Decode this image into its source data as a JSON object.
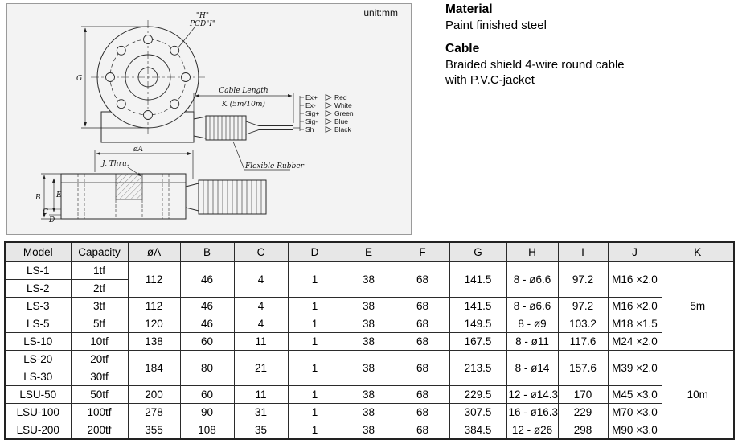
{
  "unit_label": "unit:mm",
  "colors": {
    "panel_bg": "#f3f3f3",
    "table_header_bg": "#e7e7e7",
    "grid_border": "#2b2b2b"
  },
  "info": {
    "material_title": "Material",
    "material_value": "Paint finished steel",
    "cable_title": "Cable",
    "cable_value_line1": "Braided shield 4-wire round cable",
    "cable_value_line2": "with P.V.C-jacket"
  },
  "diagram": {
    "pcd_line1": "\"H\"",
    "pcd_line2": "PCD\"I\"",
    "g_label": "G",
    "cable_length_label": "Cable Length",
    "cable_length_value": "K (5m/10m)",
    "flexible_rubber_label": "Flexible Rubber",
    "dia_a_label": "øA",
    "j_thru_label": "J, Thru.",
    "b_label": "B",
    "e_label": "E",
    "c_label": "C",
    "d_label": "D",
    "wires": [
      {
        "label": "Ex+",
        "color": "Red"
      },
      {
        "label": "Ex-",
        "color": "White"
      },
      {
        "label": "Sig+",
        "color": "Green"
      },
      {
        "label": "Sig-",
        "color": "Blue"
      },
      {
        "label": "Sh",
        "color": "Black"
      }
    ]
  },
  "table": {
    "headers": [
      "Model",
      "Capacity",
      "øA",
      "B",
      "C",
      "D",
      "E",
      "F",
      "G",
      "H",
      "I",
      "J",
      "K"
    ],
    "rows": [
      {
        "model": "LS-1",
        "cap": "1tf",
        "dims": {
          "a": "112",
          "b": "46",
          "c": "4",
          "d": "1",
          "e": "38",
          "f": "68",
          "g": "141.5",
          "h": "8 - ø6.6",
          "i": "97.2",
          "j": "M16 ×2.0"
        },
        "k": "5m"
      },
      {
        "model": "LS-2",
        "cap": "2tf"
      },
      {
        "model": "LS-3",
        "cap": "3tf",
        "dims": {
          "a": "112",
          "b": "46",
          "c": "4",
          "d": "1",
          "e": "38",
          "f": "68",
          "g": "141.5",
          "h": "8 - ø6.6",
          "i": "97.2",
          "j": "M16 ×2.0"
        }
      },
      {
        "model": "LS-5",
        "cap": "5tf",
        "dims": {
          "a": "120",
          "b": "46",
          "c": "4",
          "d": "1",
          "e": "38",
          "f": "68",
          "g": "149.5",
          "h": "8 - ø9",
          "i": "103.2",
          "j": "M18 ×1.5"
        }
      },
      {
        "model": "LS-10",
        "cap": "10tf",
        "dims": {
          "a": "138",
          "b": "60",
          "c": "11",
          "d": "1",
          "e": "38",
          "f": "68",
          "g": "167.5",
          "h": "8 - ø11",
          "i": "117.6",
          "j": "M24 ×2.0"
        }
      },
      {
        "model": "LS-20",
        "cap": "20tf",
        "dims": {
          "a": "184",
          "b": "80",
          "c": "21",
          "d": "1",
          "e": "38",
          "f": "68",
          "g": "213.5",
          "h": "8 - ø14",
          "i": "157.6",
          "j": "M39 ×2.0"
        },
        "k": "10m"
      },
      {
        "model": "LS-30",
        "cap": "30tf"
      },
      {
        "model": "LSU-50",
        "cap": "50tf",
        "dims": {
          "a": "200",
          "b": "60",
          "c": "11",
          "d": "1",
          "e": "38",
          "f": "68",
          "g": "229.5",
          "h": "12 - ø14.3",
          "i": "170",
          "j": "M45 ×3.0"
        }
      },
      {
        "model": "LSU-100",
        "cap": "100tf",
        "dims": {
          "a": "278",
          "b": "90",
          "c": "31",
          "d": "1",
          "e": "38",
          "f": "68",
          "g": "307.5",
          "h": "16 - ø16.3",
          "i": "229",
          "j": "M70 ×3.0"
        }
      },
      {
        "model": "LSU-200",
        "cap": "200tf",
        "dims": {
          "a": "355",
          "b": "108",
          "c": "35",
          "d": "1",
          "e": "38",
          "f": "68",
          "g": "384.5",
          "h": "12 - ø26",
          "i": "298",
          "j": "M90 ×3.0"
        }
      }
    ]
  }
}
